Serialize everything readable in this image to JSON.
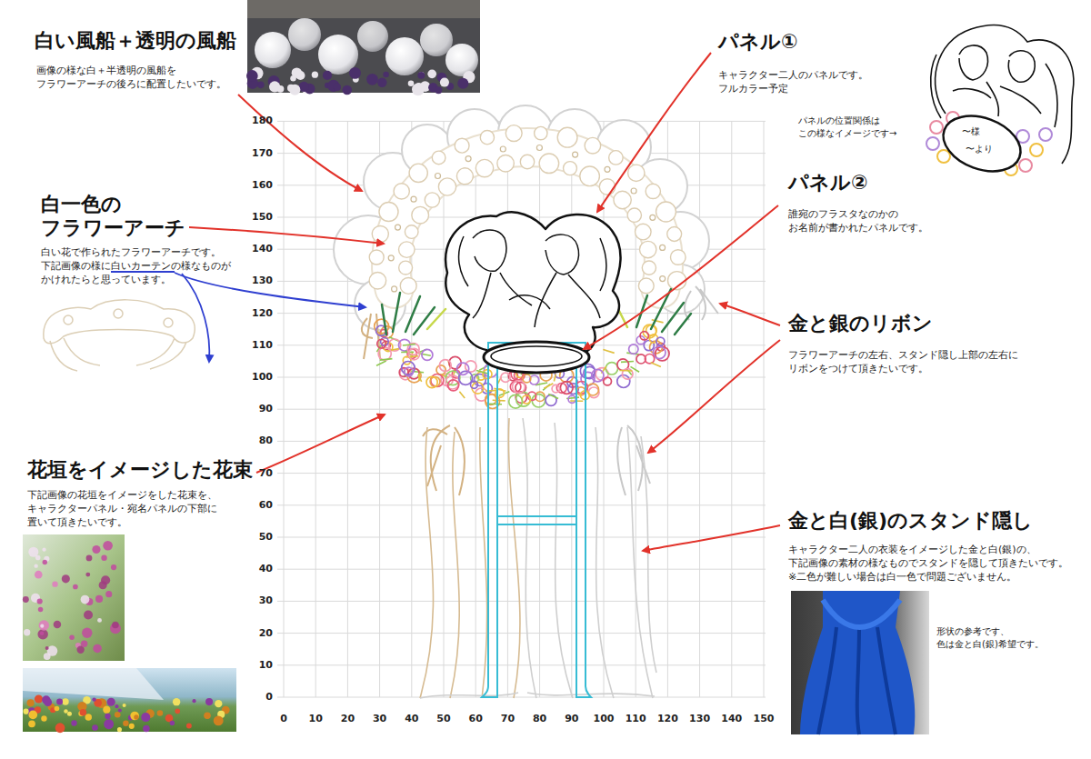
{
  "diagram": {
    "labels": [
      "白い風船＋透明の風船",
      "画像の様な白＋半透明の風船を フラワーアーチの後ろに配置したいです。",
      "白一色の フラワーアーチ",
      "白い花で作られたフラワーアーチです。 下記画像の様に白いカーテンの様なものが かけれたらと思っています。",
      "花垣をイメージした花束",
      "下記画像の花垣をイメージをした花束を、 キャラクターパネル・宛名パネルの下部に 置いて頂きたいです。",
      "パネル①",
      "キャラクター二人のパネルです。 フルカラー予定",
      "パネルの位置関係は この様なイメージです→",
      "〜様",
      "〜より",
      "パネル②",
      "誰宛のフラスタなのかの お名前が書かれたパネルです。",
      "金と銀のリボン",
      "フラワーアーチの左右、スタンド隠し上部の左右に リボンをつけて頂きたいです。",
      "金と白(銀)のスタンド隠し",
      "キャラクター二人の衣装をイメージした金と白(銀)の、 下記画像の素材の様なものでスタンドを隠して頂きたいです。 ※二色が難しい場合は白一色で問題ございません。",
      "形状の参考です、 色は金と白(銀)希望です。",
      "180",
      "170",
      "160",
      "150",
      "140",
      "130",
      "120",
      "110",
      "100",
      "90",
      "80",
      "70",
      "60",
      "50",
      "40",
      "30",
      "20",
      "10",
      "0",
      "0",
      "10",
      "20",
      "30",
      "40",
      "50",
      "60",
      "70",
      "80",
      "90",
      "100",
      "110",
      "120",
      "130",
      "140",
      "150"
    ]
  }
}
